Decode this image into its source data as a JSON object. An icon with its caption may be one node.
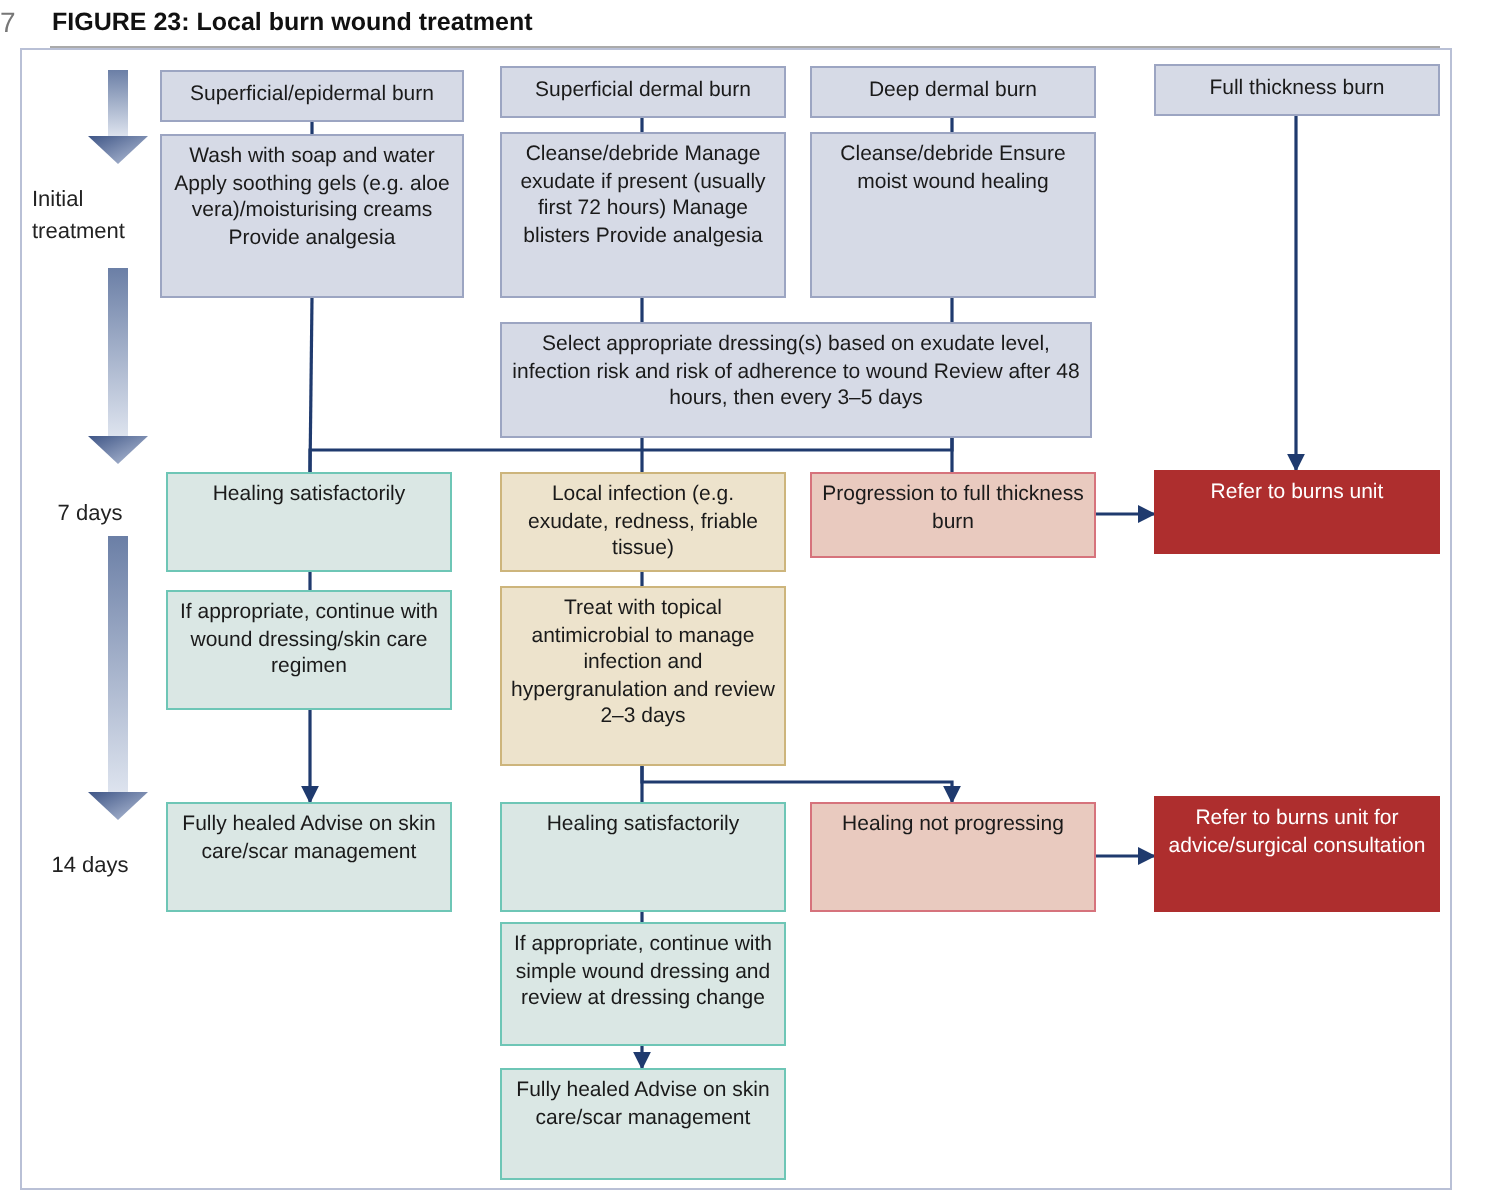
{
  "diagram": {
    "title": "FIGURE 23: Local burn wound treatment",
    "nodes": [
      {
        "text": [
          "Superficial/epidermal burn"
        ]
      },
      {
        "text": [
          "Superficial dermal burn"
        ]
      },
      {
        "text": [
          "Deep dermal burn"
        ]
      },
      {
        "text": [
          "Full thickness burn"
        ]
      },
      {
        "text": [
          "Wash with soap and water Apply soothing gels (e.g. aloe vera)/moisturising creams Provide analgesia"
        ]
      },
      {
        "text": [
          "Cleanse/debride Manage exudate if present (usually first 72 hours) Manage blisters Provide analgesia"
        ]
      },
      {
        "text": [
          "Cleanse/debride Ensure moist wound healing"
        ]
      },
      {
        "text": [
          "Select appropriate dressing(s) based on exudate level, infection risk and risk of adherence to wound Review after 48 hours, then every 3–5 days"
        ]
      },
      {
        "text": [
          "Healing satisfactorily"
        ]
      },
      {
        "text": [
          "Local infection (e.g. exudate, redness, friable tissue)"
        ]
      },
      {
        "text": [
          "Progression to full thickness burn"
        ]
      },
      {
        "text": [
          "Refer to burns unit"
        ]
      },
      {
        "text": [
          "If appropriate, continue with wound dressing/skin care regimen"
        ]
      },
      {
        "text": [
          "Treat with topical antimicrobial to manage infection and hypergranulation and review 2–3 days"
        ]
      },
      {
        "text": [
          "Fully healed Advise on skin care/scar management"
        ]
      },
      {
        "text": [
          "Healing satisfactorily"
        ]
      },
      {
        "text": [
          "Healing not progressing"
        ]
      },
      {
        "text": [
          "Refer to burns unit for advice/surgical consultation"
        ]
      },
      {
        "text": [
          "If appropriate, continue with simple wound dressing and review at dressing change"
        ]
      },
      {
        "text": [
          "Fully healed Advise on skin care/scar management"
        ]
      }
    ],
    "edges": [
      {
        "from": 0,
        "to": 4,
        "arrow": "none"
      },
      {
        "from": 1,
        "to": 5,
        "arrow": "none"
      },
      {
        "from": 2,
        "to": 6,
        "arrow": "none"
      },
      {
        "from": 5,
        "to": 7,
        "arrow": "none"
      },
      {
        "from": 6,
        "to": 7,
        "arrow": "none"
      },
      {
        "from": 4,
        "to": 8,
        "arrow": "none"
      },
      {
        "from": 7,
        "to": 8,
        "arrow": "none"
      },
      {
        "from": 7,
        "to": 9,
        "arrow": "none"
      },
      {
        "from": 7,
        "to": 10,
        "arrow": "none"
      },
      {
        "from": 3,
        "to": 11,
        "arrow": "to"
      },
      {
        "from": 10,
        "to": 11,
        "arrow": "to"
      },
      {
        "from": 8,
        "to": 12,
        "arrow": "none"
      },
      {
        "from": 12,
        "to": 14,
        "arrow": "to"
      },
      {
        "from": 9,
        "to": 13,
        "arrow": "none"
      },
      {
        "from": 13,
        "to": 15,
        "arrow": "none"
      },
      {
        "from": 13,
        "to": 16,
        "arrow": "to"
      },
      {
        "from": 16,
        "to": 17,
        "arrow": "to"
      },
      {
        "from": 15,
        "to": 18,
        "arrow": "none"
      },
      {
        "from": 18,
        "to": 19,
        "arrow": "to"
      }
    ],
    "labels": [
      "7",
      "Initial treatment",
      "7 days",
      "14 days"
    ]
  }
}
